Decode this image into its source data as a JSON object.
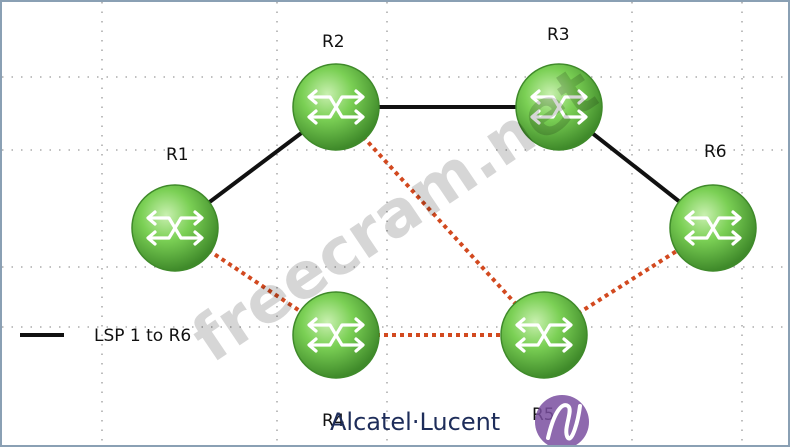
{
  "routers": [
    {
      "id": "R1",
      "label": "R1"
    },
    {
      "id": "R2",
      "label": "R2"
    },
    {
      "id": "R3",
      "label": "R3"
    },
    {
      "id": "R4",
      "label": "R4"
    },
    {
      "id": "R5",
      "label": "R5"
    },
    {
      "id": "R6",
      "label": "R6"
    }
  ],
  "links": [
    {
      "from": "R1",
      "to": "R2",
      "style": "solid"
    },
    {
      "from": "R2",
      "to": "R3",
      "style": "solid"
    },
    {
      "from": "R3",
      "to": "R6",
      "style": "solid"
    },
    {
      "from": "R1",
      "to": "R4",
      "style": "dotted"
    },
    {
      "from": "R4",
      "to": "R5",
      "style": "dotted"
    },
    {
      "from": "R2",
      "to": "R5",
      "style": "dotted"
    },
    {
      "from": "R5",
      "to": "R6",
      "style": "dotted"
    }
  ],
  "legend": {
    "label": "LSP 1 to R6"
  },
  "brand": {
    "name": "Alcatel·Lucent"
  },
  "watermark": {
    "text": "freecram.net"
  },
  "colors": {
    "solid_link": "#111111",
    "dotted_link": "#d2491f",
    "router_fill": "#6cc44a",
    "router_rim": "#3f8a2a",
    "brand_text": "#1e2d5a",
    "brand_logo": "#7a4fa0"
  }
}
